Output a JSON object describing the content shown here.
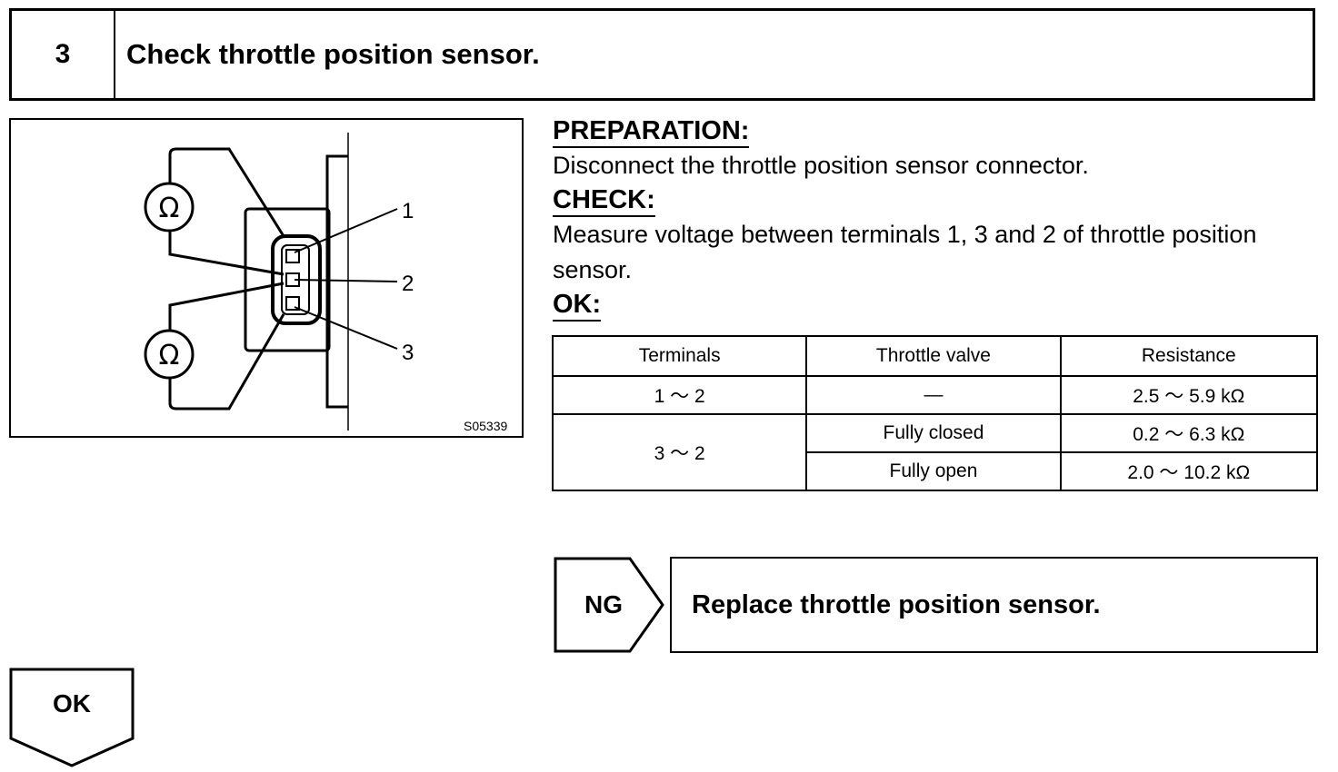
{
  "step": {
    "number": "3",
    "title": "Check throttle position sensor."
  },
  "figure": {
    "terminal_labels": [
      "1",
      "2",
      "3"
    ],
    "meter_symbol": "Ω",
    "figure_code": "S05339"
  },
  "instructions": {
    "preparation_label": "PREPARATION:",
    "preparation_text": "Disconnect the throttle position sensor connector.",
    "check_label": "CHECK:",
    "check_text": "Measure voltage between terminals 1, 3 and 2 of throttle position sensor.",
    "ok_label": "OK:"
  },
  "spec_table": {
    "headers": [
      "Terminals",
      "Throttle valve",
      "Resistance"
    ],
    "rows": [
      {
        "terminals": "1 ～ 2",
        "valve": "—",
        "resistance": "2.5 ～ 5.9 kΩ"
      },
      {
        "terminals": "3 ～ 2",
        "valve": "Fully closed",
        "resistance": "0.2 ～ 6.3 kΩ"
      },
      {
        "terminals": "",
        "valve": "Fully open",
        "resistance": "2.0 ～ 10.2 kΩ"
      }
    ]
  },
  "ng_branch": {
    "label": "NG",
    "action": "Replace throttle position sensor."
  },
  "ok_branch": {
    "label": "OK"
  }
}
